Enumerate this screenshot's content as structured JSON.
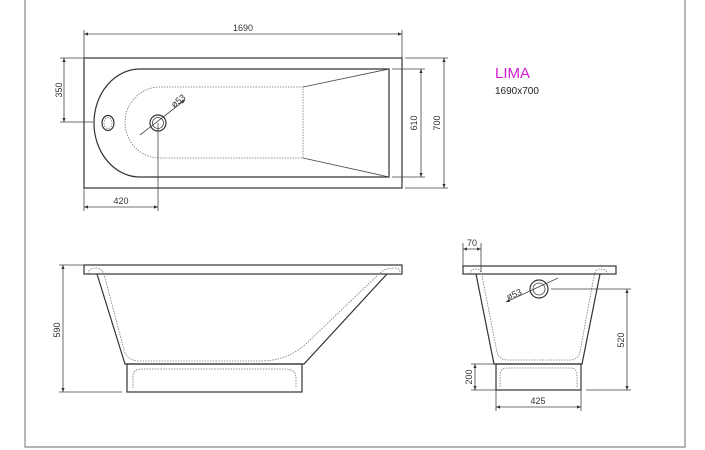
{
  "model": {
    "name": "LIMA",
    "size": "1690x700",
    "name_color": "#d21cd2"
  },
  "top_view": {
    "length": "1690",
    "width": "700",
    "inner_width": "610",
    "overflow_offset": "350",
    "drain_offset": "420",
    "drain_diameter": "ø53"
  },
  "side_view": {
    "height": "590"
  },
  "end_view": {
    "rim": "70",
    "drain_height": "520",
    "base_height": "200",
    "base_width": "425",
    "drain_diameter": "ø53"
  }
}
